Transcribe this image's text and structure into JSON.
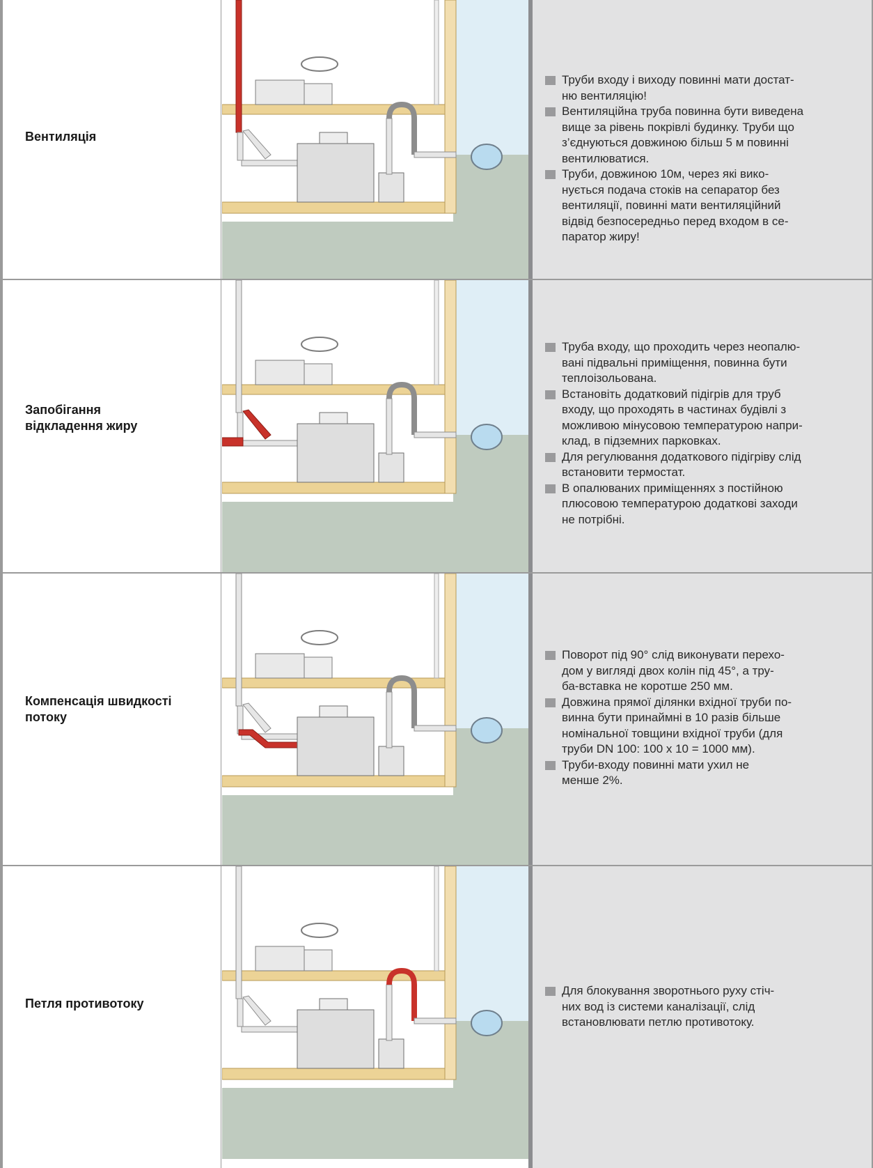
{
  "rows": [
    {
      "title_lines": [
        "Вентиляція"
      ],
      "highlight": "vent-pipe",
      "items": [
        [
          "Труби входу і виходу повинні мати достат-",
          "ню вентиляцію!"
        ],
        [
          "Вентиляційна труба повинна бути виведена",
          "вище за рівень покрівлі будинку. Труби що",
          "з’єднуються довжиною більш 5 м повинні",
          "вентилюватися."
        ],
        [
          "Труби, довжиною 10м, через які вико-",
          "нується подача стоків на сепаратор без",
          "вентиляції, повинні мати вентиляційний",
          "відвід безпосередньо перед входом в се-",
          "паратор жиру!"
        ]
      ]
    },
    {
      "title_lines": [
        "Запобігання",
        "відкладення жиру"
      ],
      "highlight": "inlet-heating",
      "items": [
        [
          "Труба входу, що проходить через неопалю-",
          "вані підвальні приміщення, повинна бути",
          "теплоізольована."
        ],
        [
          "Встановіть додатковий підігрів для труб",
          "входу, що проходять в частинах будівлі з",
          "можливою мінусовою температурою напри-",
          "клад, в підземних парковках."
        ],
        [
          "Для регулювання додаткового підігріву слід",
          "встановити термостат."
        ],
        [
          "В опалюваних приміщеннях з постійною",
          "плюсовою температурою додаткові заходи",
          "не потрібні."
        ]
      ]
    },
    {
      "title_lines": [
        "Компенсація швидкості",
        "потоку"
      ],
      "highlight": "inlet-bend",
      "items": [
        [
          "Поворот під 90° слід виконувати перехо-",
          "дом у вигляді двох колін під 45°, а тру-",
          "ба-вставка не коротше 250 мм."
        ],
        [
          "Довжина прямої ділянки вхідної труби по-",
          "винна бути принаймні в 10 разів більше",
          "номінальної товщини вхідної труби (для",
          "труби DN 100: 100 х 10 = 1000 мм)."
        ],
        [
          "Труби-входу повинні мати ухил не",
          "менше 2%."
        ]
      ]
    },
    {
      "title_lines": [
        "Петля противотоку"
      ],
      "highlight": "backflow-loop",
      "items": [
        [
          "Для блокування зворотнього руху стіч-",
          "них вод із системи каналізації, слід",
          "встановлювати петлю противотоку."
        ]
      ]
    }
  ],
  "colors": {
    "highlight_red": "#c8322a",
    "wall": "#f2deb0",
    "slab": "#ecd396",
    "ground": "#bfcbbf",
    "sky": "#dfeef6",
    "panel": "#e2e2e3"
  }
}
